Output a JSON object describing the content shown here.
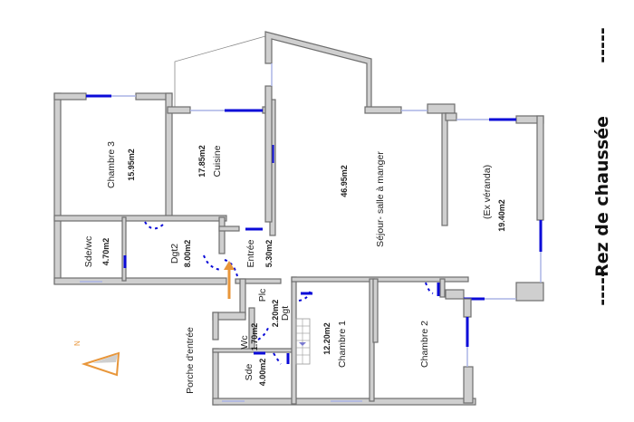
{
  "title": "Rez de chaussée",
  "title_dashes": "-----",
  "north_label": "N",
  "rooms": {
    "chambre3": {
      "name": "Chambre 3",
      "area": "15.95m2"
    },
    "cuisine": {
      "name": "Cuisine",
      "area": "17.85m2"
    },
    "sdewc": {
      "name": "Sde/wc",
      "area": "4.70m2"
    },
    "dgt2": {
      "name": "Dgt2",
      "area": "8.00m2"
    },
    "entree": {
      "name": "Entrée",
      "area": "5.30m2"
    },
    "sejour": {
      "name": "Séjour- salle à manger",
      "area": "46.95m2"
    },
    "veranda": {
      "name": "(Ex véranda)",
      "area": "19.40m2"
    },
    "plc": {
      "name": "Plc"
    },
    "dgt": {
      "name": "Dgt",
      "area": "2.20m2"
    },
    "wc": {
      "name": "Wc",
      "area": "1.70m2"
    },
    "sde": {
      "name": "Sde",
      "area": "4.00m2"
    },
    "chambre1": {
      "name": "Chambre 1",
      "area": "12.20m2"
    },
    "chambre2": {
      "name": "Chambre 2"
    },
    "porche": {
      "name": "Porche d'entrée"
    }
  },
  "colors": {
    "wall": "#cfcfcf",
    "window": "#0a0ad8",
    "entry_arrow": "#e8963a"
  }
}
